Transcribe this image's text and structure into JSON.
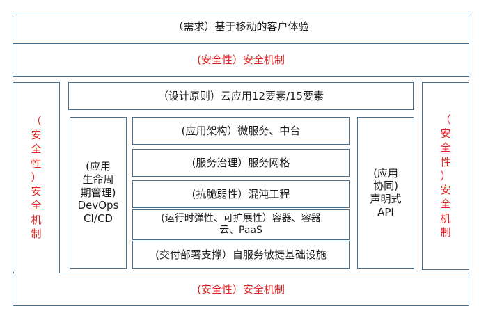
{
  "requirement": "（需求）基于移动的客户体验",
  "security_top": "(安全性）安全机制",
  "security_bottom": "(安全性）安全机制",
  "security_left": "（\n安\n全\n性\n）\n安\n全\n机\n制",
  "security_right": "（\n安\n全\n性\n）\n安\n全\n机\n制",
  "design_principle": "（设计原则）云应用12要素/15要素",
  "lifecycle": "(应用\n生命周\n期管理)\nDevOps\nCI/CD",
  "collaboration": "(应用\n协同)\n声明式\nAPI",
  "stack": [
    "(应用架构）微服务、中台",
    "(服务治理）服务网格",
    "(抗脆弱性）混沌工程",
    "(运行时弹性、可扩展性）容器、容器\n云、PaaS",
    "(交付部署支撑）自服务敏捷基础设施"
  ],
  "colors": {
    "border": "#4a6f8c",
    "security_text": "#e02020"
  }
}
